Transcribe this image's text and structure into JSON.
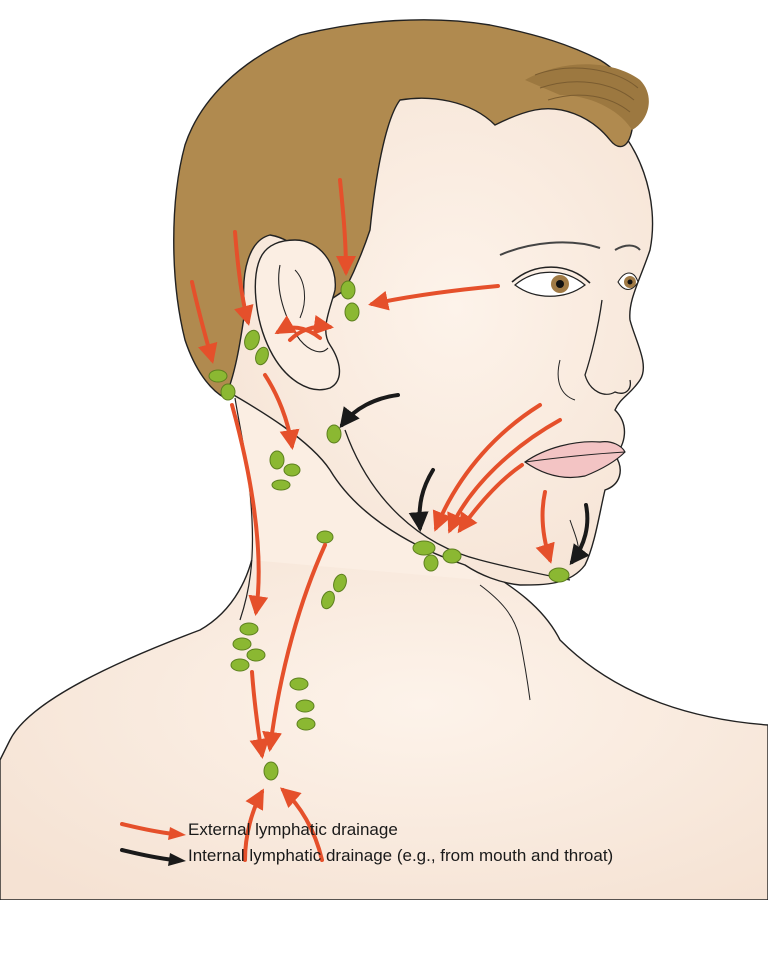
{
  "colors": {
    "external_arrow": "#e5502b",
    "internal_arrow": "#1a1a1a",
    "lymph_node": "#8bb832",
    "lymph_node_edge": "#5c7f1e",
    "skin": "#fbeee3",
    "skin_shadow": "#f3dccb",
    "hair": "#b08a4f",
    "lips": "#f3c4c4",
    "iris": "#a07a45",
    "outline": "#222222"
  },
  "legend": {
    "external": {
      "label": "External lymphatic drainage",
      "arrow_color_key": "external_arrow",
      "icon": "external-drainage-arrow-icon"
    },
    "internal": {
      "label": "Internal lymphatic drainage (e.g., from mouth and throat)",
      "arrow_color_key": "internal_arrow",
      "icon": "internal-drainage-arrow-icon"
    }
  }
}
